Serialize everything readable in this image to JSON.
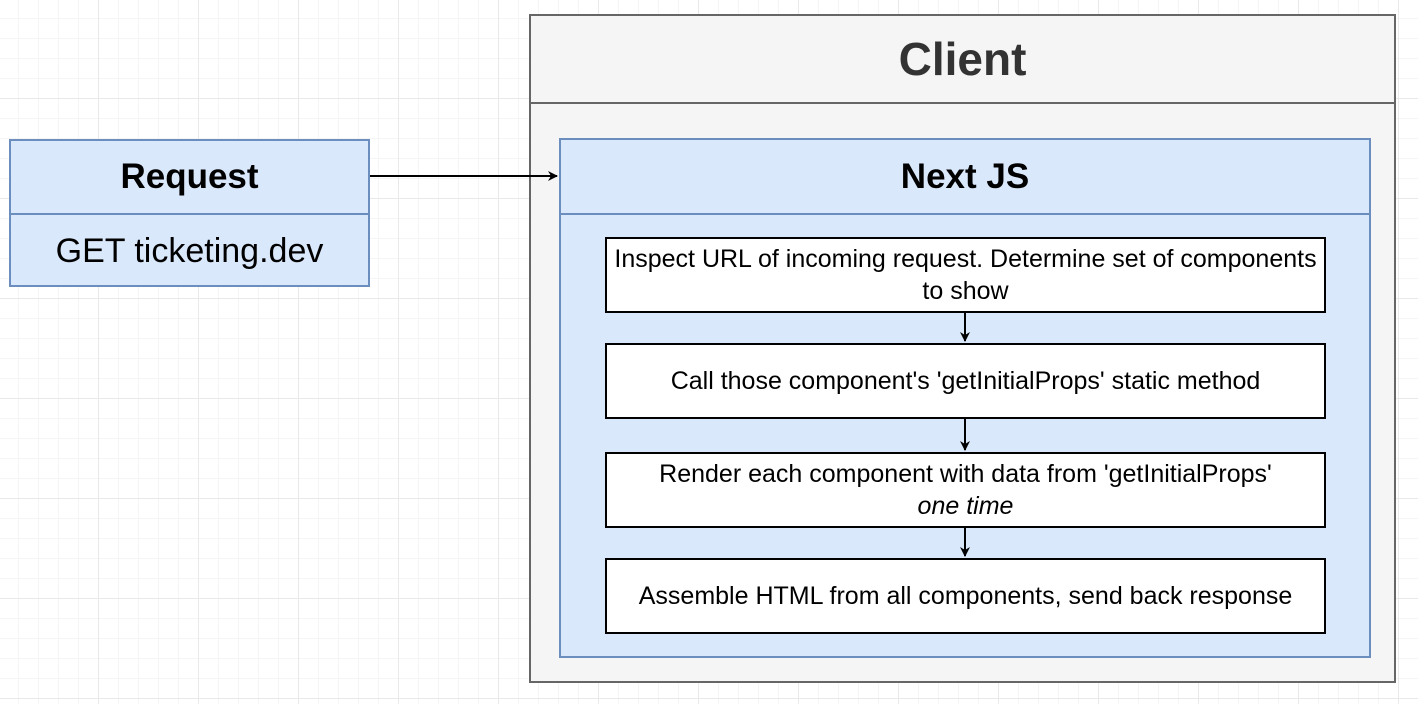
{
  "request": {
    "title": "Request",
    "body": "GET ticketing.dev"
  },
  "client": {
    "title": "Client"
  },
  "nextjs": {
    "title": "Next JS",
    "steps": [
      {
        "text": "Inspect URL of incoming request.  Determine set of components to show",
        "emphasis": ""
      },
      {
        "text": "Call those component's 'getInitialProps' static method",
        "emphasis": ""
      },
      {
        "text": "Render each component with data from 'getInitialProps'",
        "emphasis": "one time"
      },
      {
        "text": "Assemble HTML from all components, send back response",
        "emphasis": ""
      }
    ]
  },
  "colors": {
    "blue_fill": "#dae8fc",
    "blue_stroke": "#6c8ebf",
    "gray_fill": "#f5f5f5",
    "gray_stroke": "#666666",
    "client_text": "#333333"
  }
}
